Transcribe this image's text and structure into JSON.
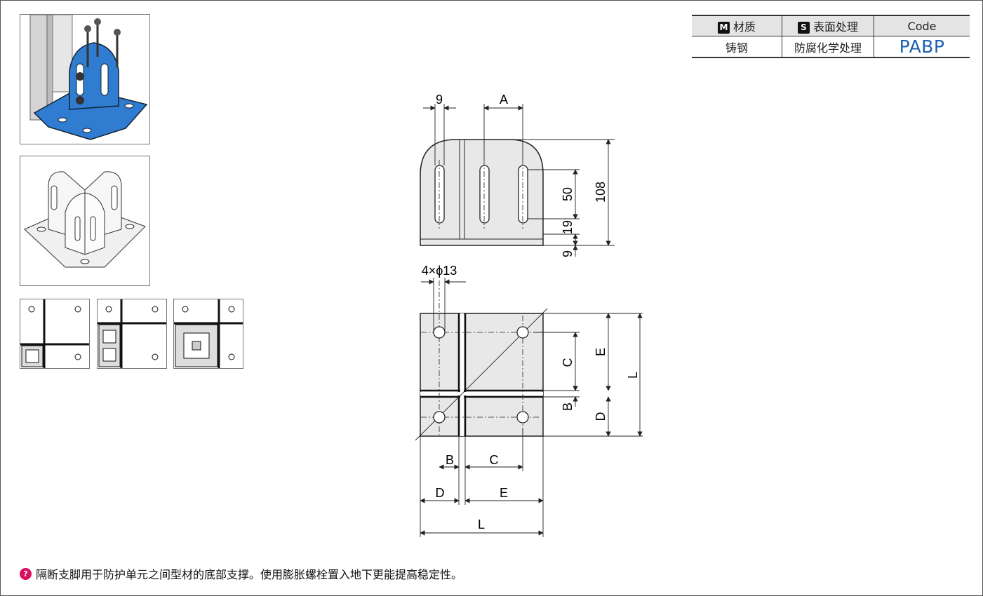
{
  "table": {
    "headers": [
      {
        "badge": "M",
        "label": "材质"
      },
      {
        "badge": "S",
        "label": "表面处理"
      },
      {
        "badge": "",
        "label": "Code"
      }
    ],
    "row": {
      "material": "铸钢",
      "surface": "防腐化学处理",
      "code": "PABP"
    }
  },
  "dimensions": {
    "top_width": "9",
    "a_label": "A",
    "slot_len": "50",
    "height": "108",
    "gap_19": "19",
    "base_9": "9",
    "holes": "4×ϕ13",
    "c_label": "C",
    "e_label": "E",
    "l_label": "L",
    "b_label": "B",
    "d_label": "D"
  },
  "note": {
    "icon": "info-pin-icon",
    "text": "隔断支脚用于防护单元之间型材的底部支撑。使用膨胀螺栓置入地下更能提高稳定性。"
  },
  "colors": {
    "accent_blue": "#2f7cd1",
    "code_blue": "#1d5fb0",
    "part_fill": "#e8e8e8",
    "note_icon": "#d9105f"
  }
}
